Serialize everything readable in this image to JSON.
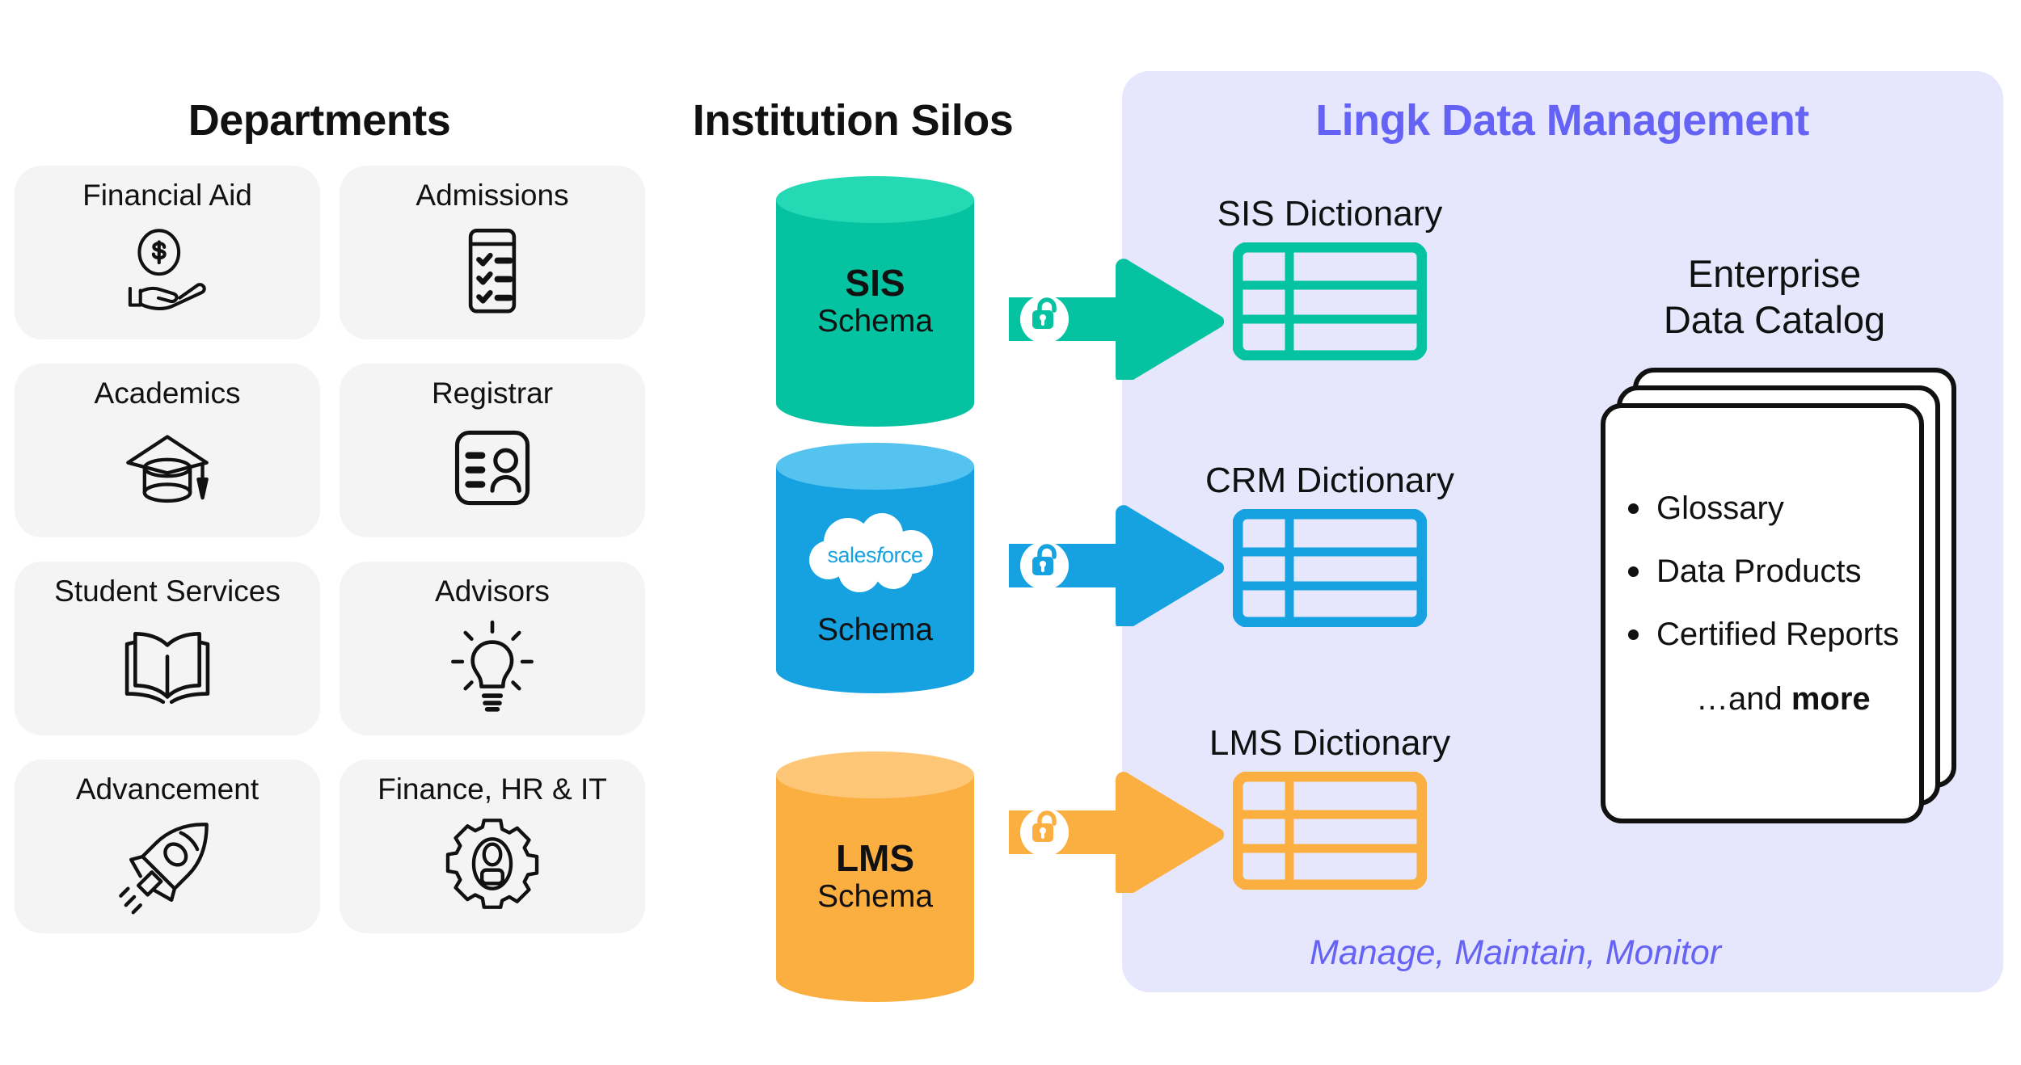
{
  "headings": {
    "departments": "Departments",
    "silos": "Institution Silos",
    "lingk": "Lingk Data Management"
  },
  "colors": {
    "panel_bg": "#E6E6FD",
    "lingk_purple": "#6563F5",
    "sis_teal": "#05C3A1",
    "sis_teal_light": "#24D9B3",
    "crm_blue": "#16A2E0",
    "crm_blue_light": "#55C3F0",
    "lms_orange": "#FBAF41",
    "lms_orange_light": "#FDC777",
    "card_bg": "#F4F4F4"
  },
  "departments": [
    {
      "label": "Financial Aid",
      "icon": "hand-holding-dollar-icon"
    },
    {
      "label": "Admissions",
      "icon": "checklist-clipboard-icon"
    },
    {
      "label": "Academics",
      "icon": "graduation-cap-icon"
    },
    {
      "label": "Registrar",
      "icon": "id-card-icon"
    },
    {
      "label": "Student Services",
      "icon": "open-book-icon"
    },
    {
      "label": "Advisors",
      "icon": "lightbulb-icon"
    },
    {
      "label": "Advancement",
      "icon": "rocket-icon"
    },
    {
      "label": "Finance, HR & IT",
      "icon": "gear-person-icon"
    }
  ],
  "silos": [
    {
      "name": "SIS",
      "sub": "Schema",
      "logo": null,
      "color": "#05C3A1",
      "top_color": "#24D9B3"
    },
    {
      "name": "",
      "sub": "Schema",
      "logo": "salesforce",
      "logo_text": "salesforce",
      "color": "#16A2E0",
      "top_color": "#55C3F0"
    },
    {
      "name": "LMS",
      "sub": "Schema",
      "logo": null,
      "color": "#FBAF41",
      "top_color": "#FDC777"
    }
  ],
  "arrows": [
    {
      "icon": "unlock-icon",
      "color": "#05C3A1"
    },
    {
      "icon": "unlock-icon",
      "color": "#16A2E0"
    },
    {
      "icon": "unlock-icon",
      "color": "#FBAF41"
    }
  ],
  "dictionaries": [
    {
      "label": "SIS Dictionary",
      "color": "#05C3A1",
      "rows": 3,
      "cols": 2
    },
    {
      "label": "CRM Dictionary",
      "color": "#16A2E0",
      "rows": 3,
      "cols": 2
    },
    {
      "label": "LMS Dictionary",
      "color": "#FBAF41",
      "rows": 3,
      "cols": 2
    }
  ],
  "catalog": {
    "title_line1": "Enterprise",
    "title_line2": "Data Catalog",
    "items": [
      "Glossary",
      "Data Products",
      "Certified Reports"
    ],
    "more_prefix": "…and ",
    "more_bold": "more"
  },
  "footer": "Manage, Maintain, Monitor"
}
